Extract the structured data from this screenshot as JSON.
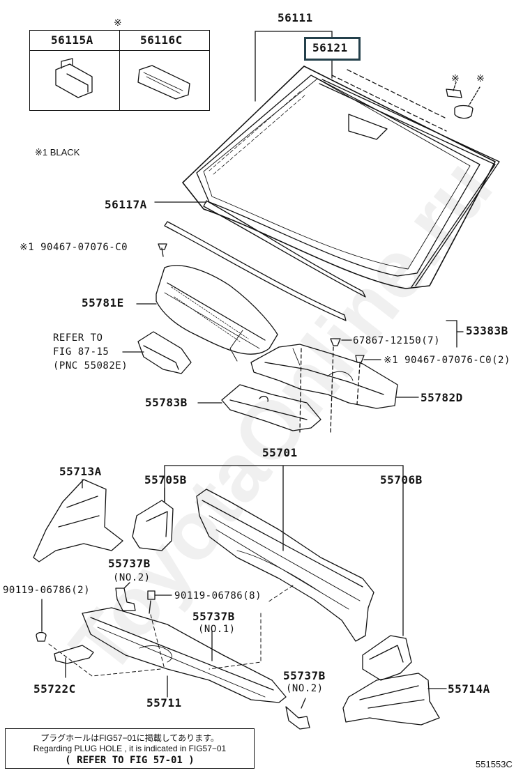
{
  "diagram": {
    "inset_mark": "※",
    "inset_parts": [
      "56115A",
      "56116C"
    ],
    "note_black": "※1 BLACK",
    "part_labels": {
      "p56111": "56111",
      "p56121": "56121",
      "mark_a": "※",
      "mark_b": "※",
      "p56117A": "56117A",
      "p90467a": "※1 90467-07076-C0",
      "p55781E": "55781E",
      "p53383B": "53383B",
      "p67867": "67867-12150(7)",
      "p90467b": "※1 90467-07076-C0(2)",
      "refer_1": "REFER TO",
      "refer_2": "FIG 87-15",
      "refer_3": "(PNC 55082E)",
      "p55783B": "55783B",
      "p55782D": "55782D",
      "p55701": "55701",
      "p55713A": "55713A",
      "p55705B": "55705B",
      "p55706B": "55706B",
      "p55737B_a": "55737B",
      "no2_a": "(NO.2)",
      "p90119a": "90119-06786(2)",
      "p90119b": "90119-06786(8)",
      "p55737B_b": "55737B",
      "no1": "(NO.1)",
      "p55722C": "55722C",
      "p55711": "55711",
      "p55737B_c": "55737B",
      "no2_b": "(NO.2)",
      "p55714A": "55714A"
    },
    "footnote": {
      "line1": "プラグホールはFIG57−01に掲載してあります。",
      "line2": "Regarding PLUG HOLE , it is indicated in FIG57−01",
      "line3": "( REFER TO FIG 57-01 )"
    },
    "figure_id": "551553C",
    "watermark": "ToyotaOnline.ru",
    "highlight_color": "#24404b"
  }
}
